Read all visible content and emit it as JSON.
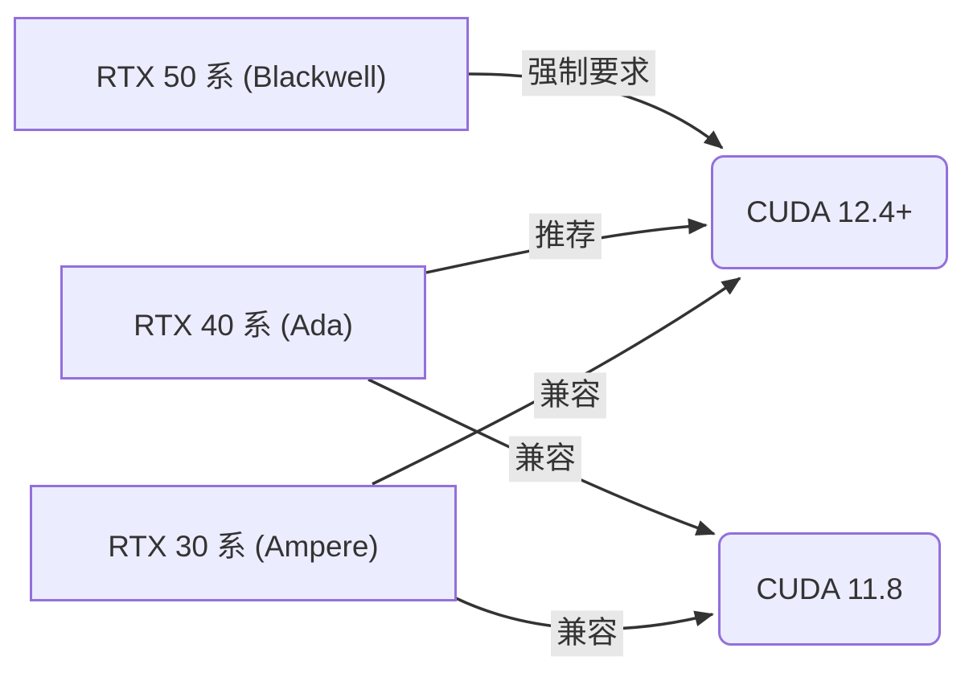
{
  "diagram": {
    "type": "flowchart",
    "direction": "LR",
    "background": "#FFFFFF",
    "theme": {
      "node_fill": "#ECECFF",
      "node_border": "#9370DB",
      "node_text_color": "#333333",
      "edge_color": "#333333",
      "edge_label_bg": "#E8E8E8",
      "edge_label_text_color": "#333333"
    },
    "nodes": [
      {
        "id": "rtx50",
        "label": "RTX 50 系 (Blackwell)",
        "shape": "rectangle"
      },
      {
        "id": "rtx40",
        "label": "RTX 40 系 (Ada)",
        "shape": "rectangle"
      },
      {
        "id": "rtx30",
        "label": "RTX 30 系 (Ampere)",
        "shape": "rectangle"
      },
      {
        "id": "cuda124",
        "label": "CUDA 12.4+",
        "shape": "rounded-rectangle"
      },
      {
        "id": "cuda118",
        "label": "CUDA 11.8",
        "shape": "rounded-rectangle"
      }
    ],
    "edges": [
      {
        "from": "rtx50",
        "to": "cuda124",
        "label": "强制要求",
        "arrow": "filled-triangle"
      },
      {
        "from": "rtx40",
        "to": "cuda124",
        "label": "推荐",
        "arrow": "filled-triangle"
      },
      {
        "from": "rtx30",
        "to": "cuda124",
        "label": "兼容",
        "arrow": "filled-triangle"
      },
      {
        "from": "rtx40",
        "to": "cuda118",
        "label": "兼容",
        "arrow": "filled-triangle"
      },
      {
        "from": "rtx30",
        "to": "cuda118",
        "label": "兼容",
        "arrow": "filled-triangle"
      }
    ]
  }
}
